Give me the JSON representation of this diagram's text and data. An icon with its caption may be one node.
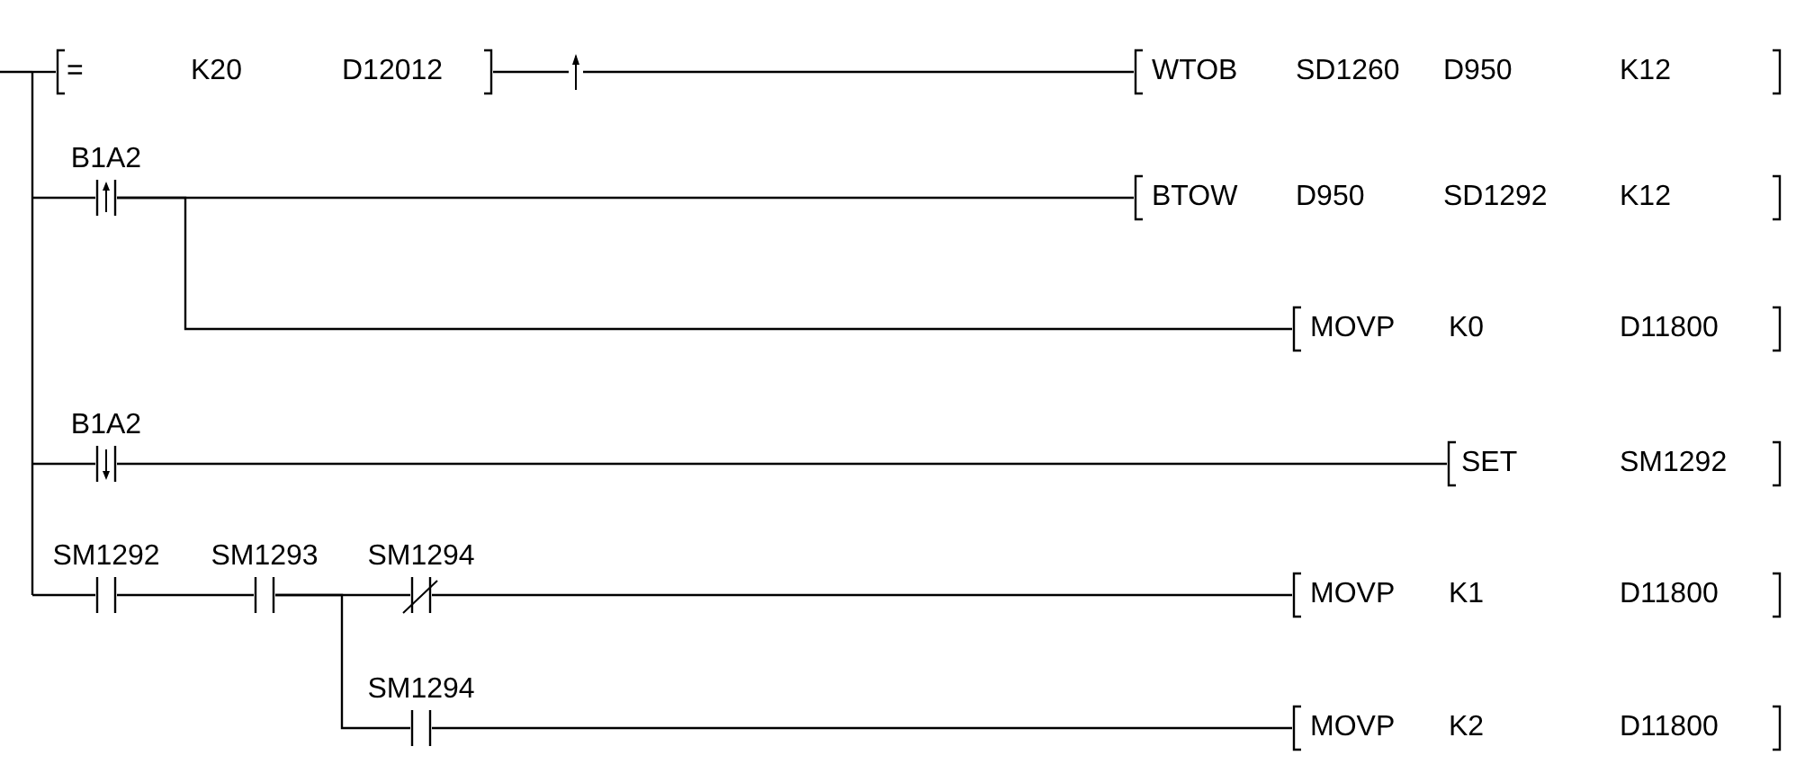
{
  "diagram": {
    "nodes": [
      {
        "text": [
          "=",
          "K20",
          "D12012"
        ]
      },
      {
        "text": [],
        "shape": "arrow"
      },
      {
        "text": [
          "WTOB",
          "SD1260",
          "D950",
          "K12"
        ]
      },
      {
        "text": [
          "B1A2"
        ]
      },
      {
        "text": [
          "BTOW",
          "D950",
          "SD1292",
          "K12"
        ]
      },
      {
        "text": [
          "MOVP",
          "K0",
          "D11800"
        ]
      },
      {
        "text": [
          "B1A2"
        ]
      },
      {
        "text": [
          "SET",
          "SM1292"
        ]
      },
      {
        "text": [
          "SM1292"
        ]
      },
      {
        "text": [
          "SM1293"
        ]
      },
      {
        "text": [
          "SM1294"
        ]
      },
      {
        "text": [
          "MOVP",
          "K1",
          "D11800"
        ]
      },
      {
        "text": [
          "SM1294"
        ]
      },
      {
        "text": [
          "MOVP",
          "K2",
          "D11800"
        ]
      }
    ],
    "edges": [
      {
        "from": null,
        "to": 0,
        "arrow": "none"
      },
      {
        "from": 0,
        "to": 1,
        "arrow": "none"
      },
      {
        "from": 1,
        "to": 2,
        "arrow": "none"
      },
      {
        "from": null,
        "to": 3,
        "arrow": "none"
      },
      {
        "from": 3,
        "to": 4,
        "arrow": "none"
      },
      {
        "from": 3,
        "to": 5,
        "arrow": "none"
      },
      {
        "from": null,
        "to": 6,
        "arrow": "none"
      },
      {
        "from": 6,
        "to": 7,
        "arrow": "none"
      },
      {
        "from": null,
        "to": 8,
        "arrow": "none"
      },
      {
        "from": 8,
        "to": 9,
        "arrow": "none"
      },
      {
        "from": 9,
        "to": 10,
        "arrow": "none"
      },
      {
        "from": 10,
        "to": 11,
        "arrow": "none"
      },
      {
        "from": 9,
        "to": 12,
        "arrow": "none"
      },
      {
        "from": 12,
        "to": 13,
        "arrow": "none"
      }
    ]
  }
}
